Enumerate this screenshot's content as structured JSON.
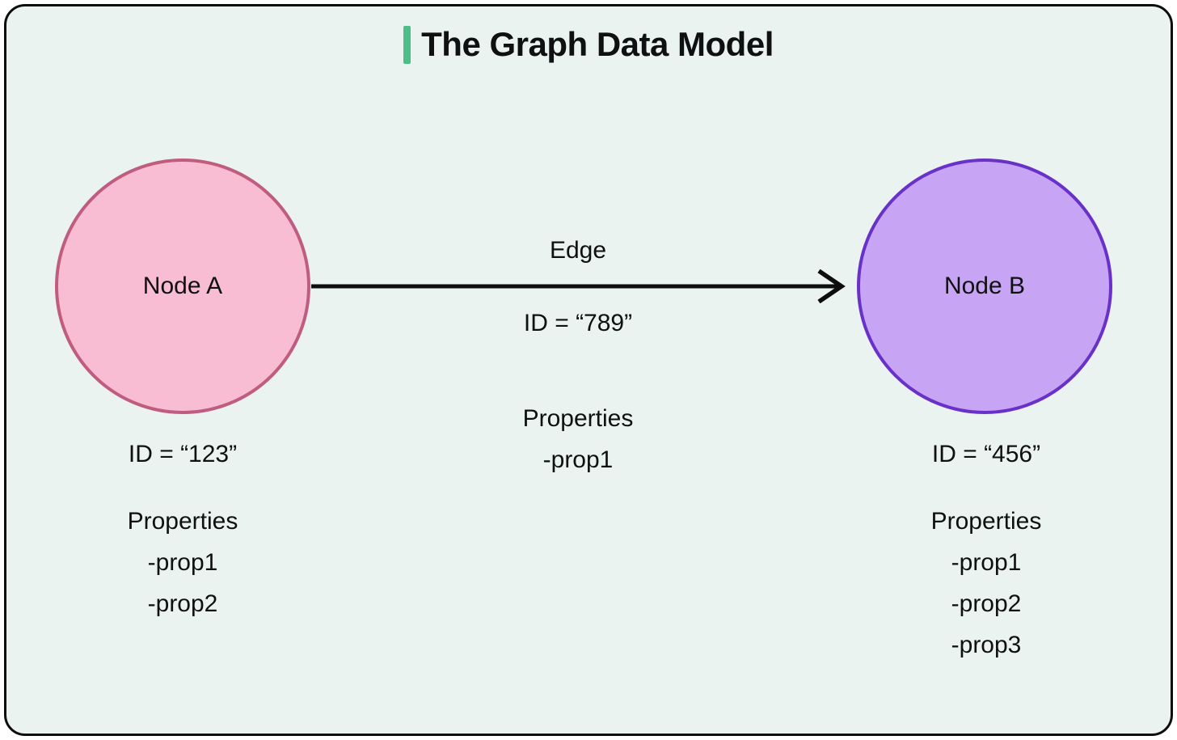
{
  "title": {
    "text": "The Graph Data Model",
    "accent_color": "#4ebe88"
  },
  "canvas": {
    "background": "#eaf3ef",
    "border_color": "#0d0d0d",
    "outer_background": "#ffffff",
    "text_color": "#0f1011"
  },
  "nodes": [
    {
      "label": "Node A",
      "fill": "#f9bdd3",
      "border": "#c05c7e",
      "id_text": "ID = “123”",
      "properties_title": "Properties",
      "properties": [
        "-prop1",
        "-prop2"
      ]
    },
    {
      "label": "Node B",
      "fill": "#c8a4f4",
      "border": "#6931c7",
      "id_text": "ID = “456”",
      "properties_title": "Properties",
      "properties": [
        "-prop1",
        "-prop2",
        "-prop3"
      ]
    }
  ],
  "edge": {
    "label": "Edge",
    "id_text": "ID = “789”",
    "properties_title": "Properties",
    "properties": [
      "-prop1"
    ],
    "color": "#0d0d0d"
  }
}
